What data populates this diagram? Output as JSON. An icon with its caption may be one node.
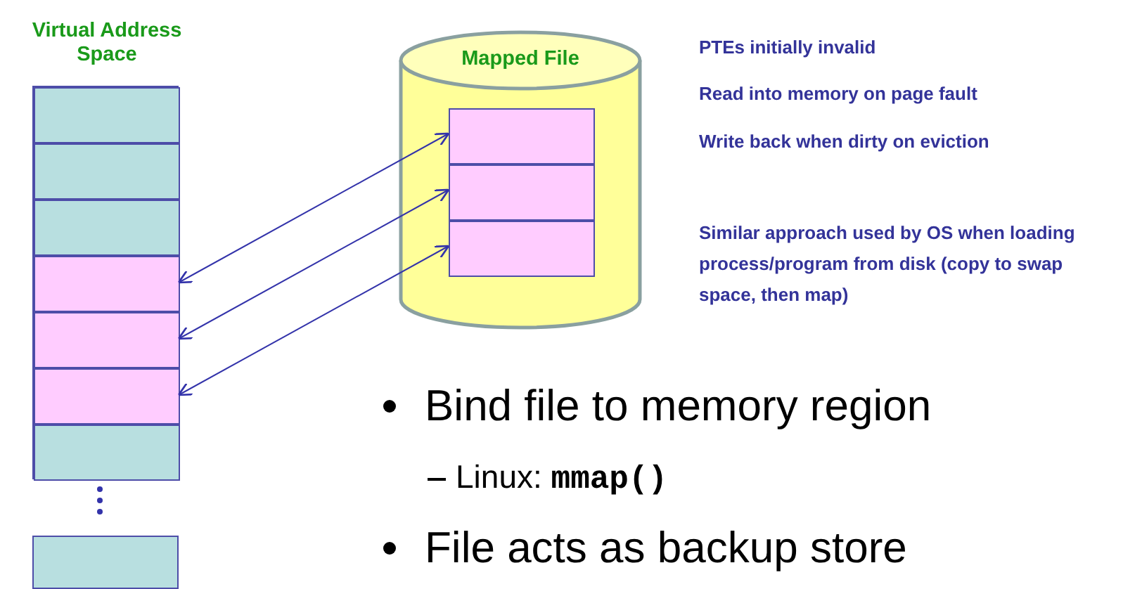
{
  "diagram": {
    "nodes": [
      {
        "text": [
          "Virtual Address Space"
        ]
      },
      {
        "text": [],
        "shape": "box",
        "in": 0
      },
      {
        "text": [],
        "shape": "box",
        "in": 0
      },
      {
        "text": [],
        "shape": "box",
        "in": 0
      },
      {
        "text": [],
        "shape": "box",
        "in": 0
      },
      {
        "text": [],
        "shape": "box",
        "in": 0
      },
      {
        "text": [],
        "shape": "box",
        "in": 0
      },
      {
        "text": [],
        "shape": "box",
        "in": 0
      },
      {
        "text": [],
        "shape": "box"
      },
      {
        "text": [
          "Mapped File"
        ]
      },
      {
        "text": [],
        "shape": "box",
        "in": 9
      },
      {
        "text": [],
        "shape": "box",
        "in": 9
      },
      {
        "text": [],
        "shape": "box",
        "in": 9
      }
    ],
    "edges": [
      {
        "from": 4,
        "to": 10,
        "arrow": "both"
      },
      {
        "from": 5,
        "to": 11,
        "arrow": "both"
      },
      {
        "from": 6,
        "to": 12,
        "arrow": "both"
      }
    ],
    "labels": [
      "PTEs initially invalid",
      "Read into memory on page fault",
      "Write back when dirty on eviction",
      "Similar approach used by OS when loading process/program from disk (copy to swap space, then map)",
      "Bind file to memory region",
      "Linux: **mmap()**",
      "File acts as backup store"
    ]
  }
}
